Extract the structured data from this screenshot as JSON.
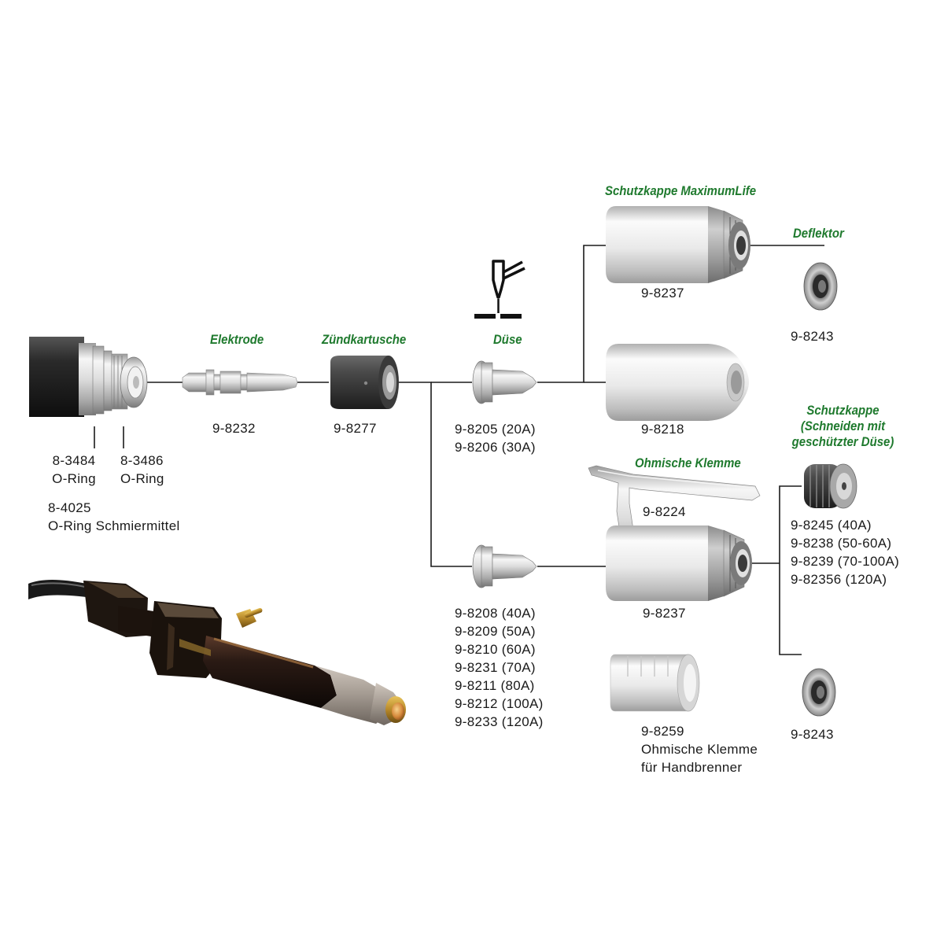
{
  "labels": {
    "elektrode": "Elektrode",
    "zuendkartusche": "Zündkartusche",
    "duese": "Düse",
    "schutzkappe_maxlife": "Schutzkappe MaximumLife",
    "deflektor": "Deflektor",
    "ohmische_klemme": "Ohmische Klemme",
    "schutzkappe_geschuetzt": [
      "Schutzkappe",
      "(Schneiden mit",
      "geschützter Düse)"
    ]
  },
  "parts": {
    "oring_1": [
      "8-3484",
      "O-Ring"
    ],
    "oring_2": [
      "8-3486",
      "O-Ring"
    ],
    "oring_lube": [
      "8-4025",
      "O-Ring Schmiermittel"
    ],
    "electrode": "9-8232",
    "start_cartridge": "9-8277",
    "tip_low_amp": [
      "9-8205 (20A)",
      "9-8206 (30A)"
    ],
    "tip_high_amp": [
      "9-8208 (40A)",
      "9-8209 (50A)",
      "9-8210 (60A)",
      "9-8231 (70A)",
      "9-8211 (80A)",
      "9-8212 (100A)",
      "9-8233 (120A)"
    ],
    "shield_cup_maxlife": "9-8237",
    "deflector_top": "9-8243",
    "shield_cup_std": "9-8218",
    "ohmic_clip": "9-8224",
    "shield_cup_lower": "9-8237",
    "ohmic_clip_hand": [
      "9-8259",
      "Ohmische Klemme",
      "für Handbrenner"
    ],
    "shield_cap_drag": [
      "9-8245 (40A)",
      "9-8238 (50-60A)",
      "9-8239 (70-100A)",
      "9-82356 (120A)"
    ],
    "deflector_bottom": "9-8243"
  },
  "colors": {
    "heading_green": "#1f7a2e",
    "text": "#1a1a1a",
    "leader_line": "#1a1a1a"
  },
  "icons": {
    "process_symbol": "drag-cutting-torch-icon"
  }
}
